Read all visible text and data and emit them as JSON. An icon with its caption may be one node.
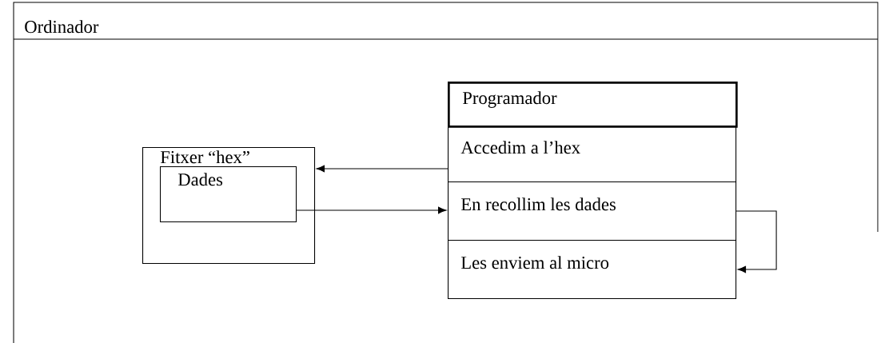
{
  "diagram": {
    "nodes": [
      {
        "text": [
          "Ordinador"
        ]
      },
      {
        "text": [
          "Fitxer “hex”"
        ],
        "in": 0
      },
      {
        "text": [
          "Dades"
        ],
        "in": 1
      },
      {
        "text": [
          "Programador"
        ],
        "in": 0
      },
      {
        "text": [
          "Accedim a l’hex"
        ],
        "in": 0
      },
      {
        "text": [
          "En recollim les dades"
        ],
        "in": 0
      },
      {
        "text": [
          "Les enviem al micro"
        ],
        "in": 0
      }
    ],
    "edges": [
      {
        "from": 4,
        "to": 1,
        "arrow": "to"
      },
      {
        "from": 2,
        "to": 5,
        "arrow": "to"
      },
      {
        "from": 5,
        "to": 6,
        "arrow": "to"
      }
    ]
  }
}
